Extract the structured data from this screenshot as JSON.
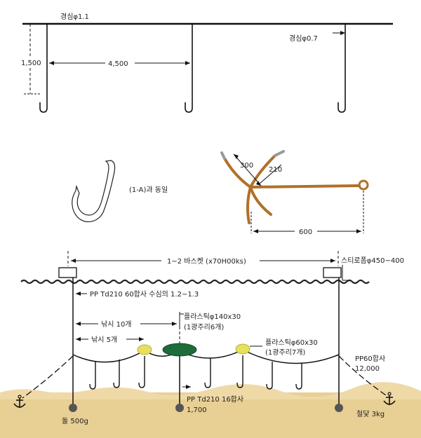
{
  "top_diagram": {
    "mainline_label": "경심φ1.1",
    "branch_label": "경심φ0.7",
    "dim_branch_length": "1,500",
    "dim_hook_spacing": "4,500"
  },
  "hook_detail": {
    "note": "(1-A)과 동일"
  },
  "anchor_detail": {
    "dim_300": "300",
    "dim_210": "210",
    "dim_600": "600"
  },
  "bottom_diagram": {
    "span_label": "1~2 바스켓 (x70H00ks)",
    "styrofoam_label": "스티로폼φ450~400",
    "downline_label": "PP Td210 60합사 수심의 1.2~1.3",
    "hooks_10_label": "낚시 10개",
    "hooks_5_label": "낚시 5개",
    "big_float_label_1": "플라스틱φ140x30",
    "big_float_label_2": "(1광주리6개)",
    "small_float_label_1": "플라스틱φ60x30",
    "small_float_label_2": "(1광주리7개)",
    "pp60_label_1": "PP60합사",
    "pp60_label_2": "12,000",
    "center_line_label_1": "PP Td210 16합사",
    "center_line_label_2": "1,700",
    "stone_label": "돌 500g",
    "anchor_weight_label": "철닻 3kg"
  },
  "colors": {
    "line": "#111111",
    "sea_bed": "#e8cf94",
    "float_yellow": "#e6e05a",
    "float_green": "#1f6b3a",
    "anchor_rust": "#b0702a"
  }
}
